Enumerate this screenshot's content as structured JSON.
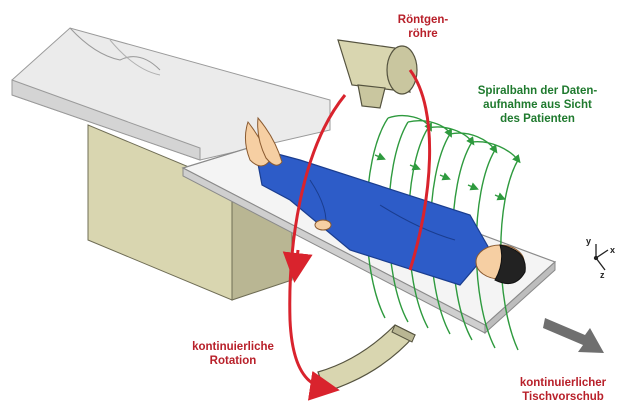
{
  "labels": {
    "tube_line1": "Röntgen-",
    "tube_line2": "röhre",
    "spiral_line1": "Spiralbahn der Daten-",
    "spiral_line2": "aufnahme aus Sicht",
    "spiral_line3": "des Patienten",
    "rotation_line1": "kontinuierliche",
    "rotation_line2": "Rotation",
    "feed_line1": "kontinuierlicher",
    "feed_line2": "Tischvorschub"
  },
  "axes": {
    "y": "y",
    "x": "x",
    "z": "z"
  },
  "colors": {
    "rotation_arrow": "#d9232d",
    "spiral": "#2e9a3e",
    "label_red": "#b8202a",
    "patient_gown": "#2d5cc8",
    "device_body": "#d9d6b0",
    "feed_arrow": "#6f6f6f"
  }
}
